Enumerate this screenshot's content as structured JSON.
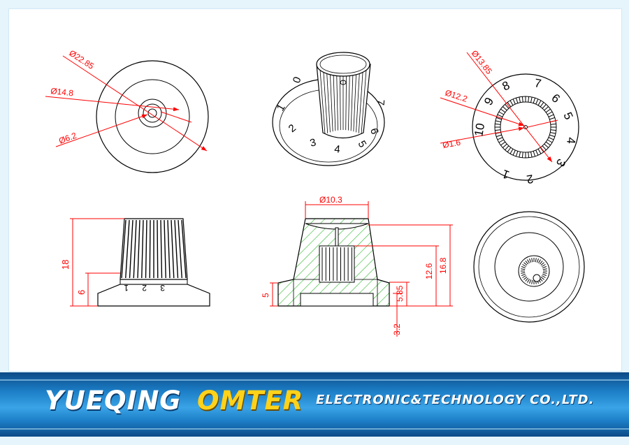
{
  "colors": {
    "dimension": "#ff0000",
    "outline": "#000000",
    "hatch": "#2db82d",
    "banner_blue": "#1d7fc8",
    "brand_yellow": "#ffd21a"
  },
  "top_left_view": {
    "dims": [
      "Ø22.85",
      "Ø14.8",
      "Ø6.2"
    ]
  },
  "top_middle_view": {
    "numbers": [
      "0",
      "1",
      "2",
      "3",
      "4",
      "5",
      "6",
      "7"
    ]
  },
  "top_right_view": {
    "dims": [
      "Ø13.85",
      "Ø12.2",
      "Ø1.6"
    ],
    "numbers": [
      "10",
      "9",
      "8",
      "7",
      "6",
      "5",
      "4",
      "3",
      "2",
      "1"
    ]
  },
  "side_view": {
    "dims": [
      "18",
      "6"
    ],
    "numbers": [
      "3",
      "2",
      "1"
    ]
  },
  "section_view": {
    "dims": [
      "Ø10.3",
      "5",
      "5.85",
      "12.6",
      "16.8",
      "3.2"
    ]
  },
  "banner": {
    "company_a": "YUEQING",
    "company_b": "OMTER",
    "company_c": "ELECTRONIC&TECHNOLOGY  CO.,LTD."
  }
}
